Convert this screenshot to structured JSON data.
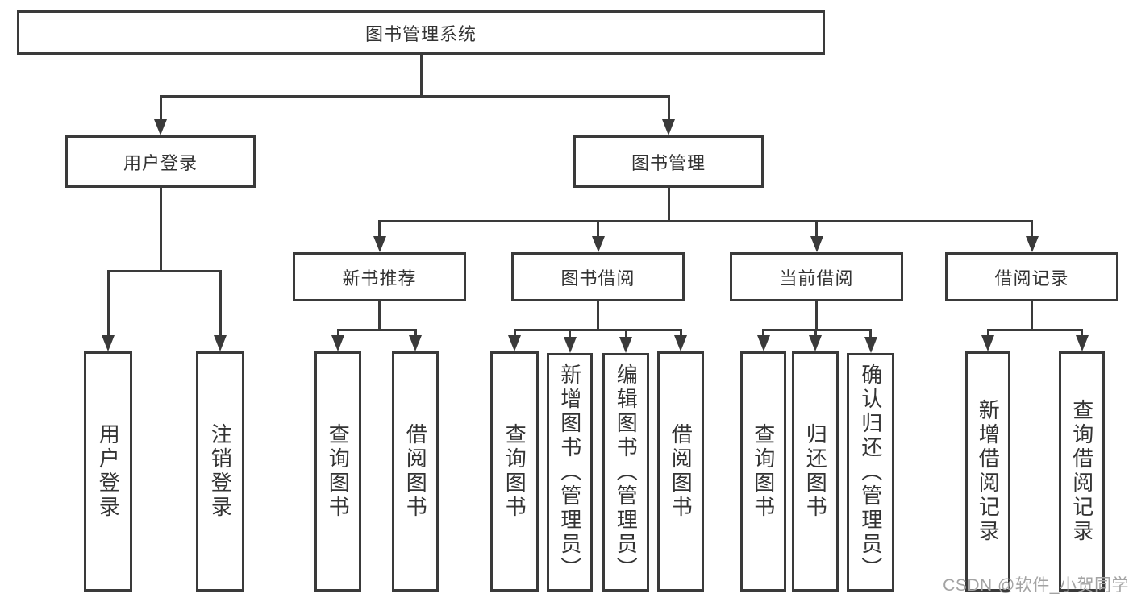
{
  "watermark": "CSDN @软件_小贺同学",
  "colors": {
    "line": "#3a3a3a",
    "text": "#333333",
    "box_bg": "#ffffff",
    "page_bg": "#ffffff",
    "watermark": "#a3a3a3"
  },
  "diagram": {
    "title": "图书管理系统",
    "nodes": [
      {
        "id": "root",
        "label": "图书管理系统",
        "parent": null,
        "orientation": "horizontal"
      },
      {
        "id": "user-login",
        "label": "用户登录",
        "parent": "root",
        "orientation": "horizontal"
      },
      {
        "id": "book-mgmt",
        "label": "图书管理",
        "parent": "root",
        "orientation": "horizontal"
      },
      {
        "id": "new-book-rec",
        "label": "新书推荐",
        "parent": "book-mgmt",
        "orientation": "horizontal"
      },
      {
        "id": "book-borrow",
        "label": "图书借阅",
        "parent": "book-mgmt",
        "orientation": "horizontal"
      },
      {
        "id": "current-borrow",
        "label": "当前借阅",
        "parent": "book-mgmt",
        "orientation": "horizontal"
      },
      {
        "id": "borrow-records",
        "label": "借阅记录",
        "parent": "book-mgmt",
        "orientation": "horizontal"
      },
      {
        "id": "user-login-leaf",
        "label": "用户登录",
        "parent": "user-login",
        "orientation": "vertical"
      },
      {
        "id": "logout",
        "label": "注销登录",
        "parent": "user-login",
        "orientation": "vertical"
      },
      {
        "id": "rec-query-books",
        "label": "查询图书",
        "parent": "new-book-rec",
        "orientation": "vertical"
      },
      {
        "id": "rec-borrow-books",
        "label": "借阅图书",
        "parent": "new-book-rec",
        "orientation": "vertical"
      },
      {
        "id": "bb-query-books",
        "label": "查询图书",
        "parent": "book-borrow",
        "orientation": "vertical"
      },
      {
        "id": "bb-add-books",
        "label": "新增图书（管理员）",
        "parent": "book-borrow",
        "orientation": "vertical"
      },
      {
        "id": "bb-edit-books",
        "label": "编辑图书（管理员）",
        "parent": "book-borrow",
        "orientation": "vertical"
      },
      {
        "id": "bb-borrow-books",
        "label": "借阅图书",
        "parent": "book-borrow",
        "orientation": "vertical"
      },
      {
        "id": "cb-query-books",
        "label": "查询图书",
        "parent": "current-borrow",
        "orientation": "vertical"
      },
      {
        "id": "cb-return-books",
        "label": "归还图书",
        "parent": "current-borrow",
        "orientation": "vertical"
      },
      {
        "id": "cb-confirm-return",
        "label": "确认归还（管理员）",
        "parent": "current-borrow",
        "orientation": "vertical"
      },
      {
        "id": "br-add-record",
        "label": "新增借阅记录",
        "parent": "borrow-records",
        "orientation": "vertical"
      },
      {
        "id": "br-query-record",
        "label": "查询借阅记录",
        "parent": "borrow-records",
        "orientation": "vertical"
      }
    ]
  }
}
